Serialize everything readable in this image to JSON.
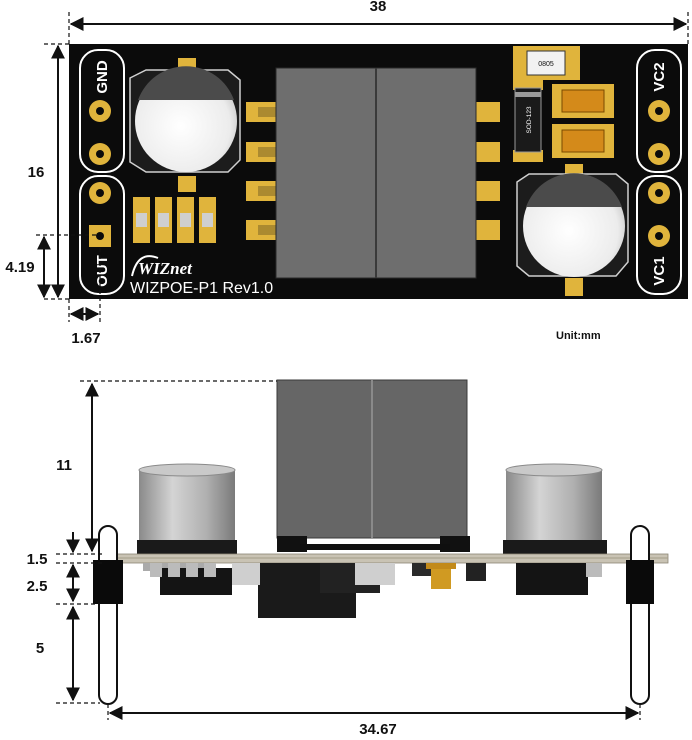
{
  "top_view": {
    "dim_width": "38",
    "dim_height": "16",
    "dim_out_pin_y": "4.19",
    "dim_pin_x": "1.67",
    "unit_label": "Unit:mm",
    "pins": {
      "gnd": "GND",
      "out": "OUT",
      "vc1": "VC1",
      "vc2": "VC2"
    },
    "board_text": "WIZPOE-P1 Rev1.0",
    "logo": "WIZnet",
    "chip_0805": "0805",
    "chip_sod": "SOD-123"
  },
  "side_view": {
    "dim_transformer_height": "11",
    "dim_pcb_thickness": "1.5",
    "dim_header_block": "2.5",
    "dim_pin_length": "5",
    "dim_pin_span": "34.67"
  },
  "colors": {
    "pcb": "#0b0b0b",
    "gold": "#e0b43c",
    "transformer": "#6e6e6e",
    "capacitor": "#a9a9a9"
  }
}
